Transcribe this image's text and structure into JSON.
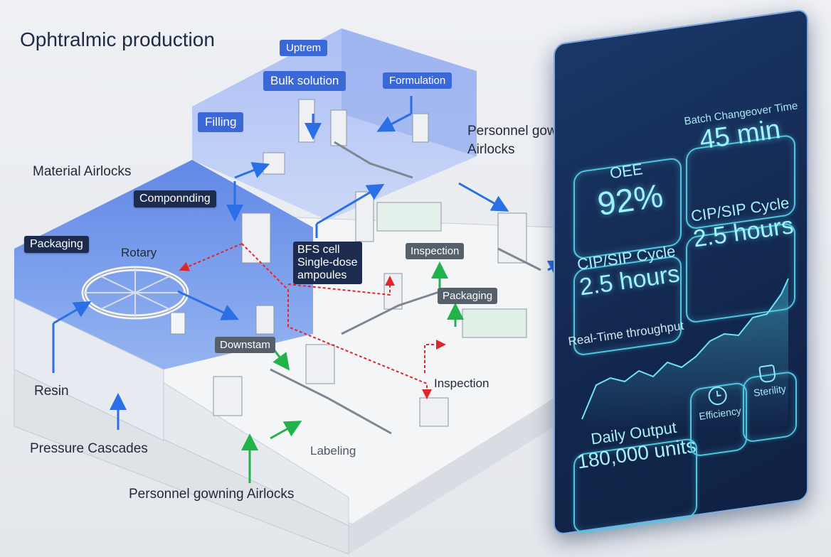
{
  "title": "Ophtralmic production",
  "zones": {
    "uptrem": "Uptrem",
    "bulk_solution": "Bulk solution",
    "formulation": "Formulation",
    "filling": "Filling",
    "personnel_gowning_airlocks_top": "Personnel gowning\nAirlocks",
    "material_airlocks": "Material Airlocks",
    "componnding": "Componnding",
    "packaging_left": "Packaging",
    "rotary": "Rotary",
    "bfs_cell": [
      "BFS cell",
      "Single-dose",
      "ampoules"
    ],
    "inspection_top": "Inspection",
    "packaging_mid": "Packaging",
    "downstam": "Downstam",
    "inspection_bottom": "Inspection",
    "labeling": "Labeling",
    "resin": "Resin",
    "pressure_cascades": "Pressure Cascades",
    "personnel_gowning_airlocks_bottom": "Personnel gowning Airlocks"
  },
  "dashboard": {
    "oee_label": "OEE",
    "oee_value": "92%",
    "changeover_label": "Batch Changeover Time",
    "changeover_value": "45 min",
    "cip_left_label": "CIP/SIP Cycle",
    "cip_left_value": "2.5 hours",
    "cip_right_label": "CIP/SIP Cycle",
    "cip_right_value": "2.5 hours",
    "throughput_label": "Real-Time throughput",
    "daily_output_label": "Daily Output",
    "daily_output_value": "180,000 units",
    "efficiency_label": "Efficiency",
    "sterility_label": "Sterility",
    "colors": {
      "accent": "#4fc7e0",
      "panel": "#13284f",
      "flow_blue": "#2a6fe6",
      "flow_green": "#1fb34a",
      "flow_red": "#e0262b"
    }
  }
}
